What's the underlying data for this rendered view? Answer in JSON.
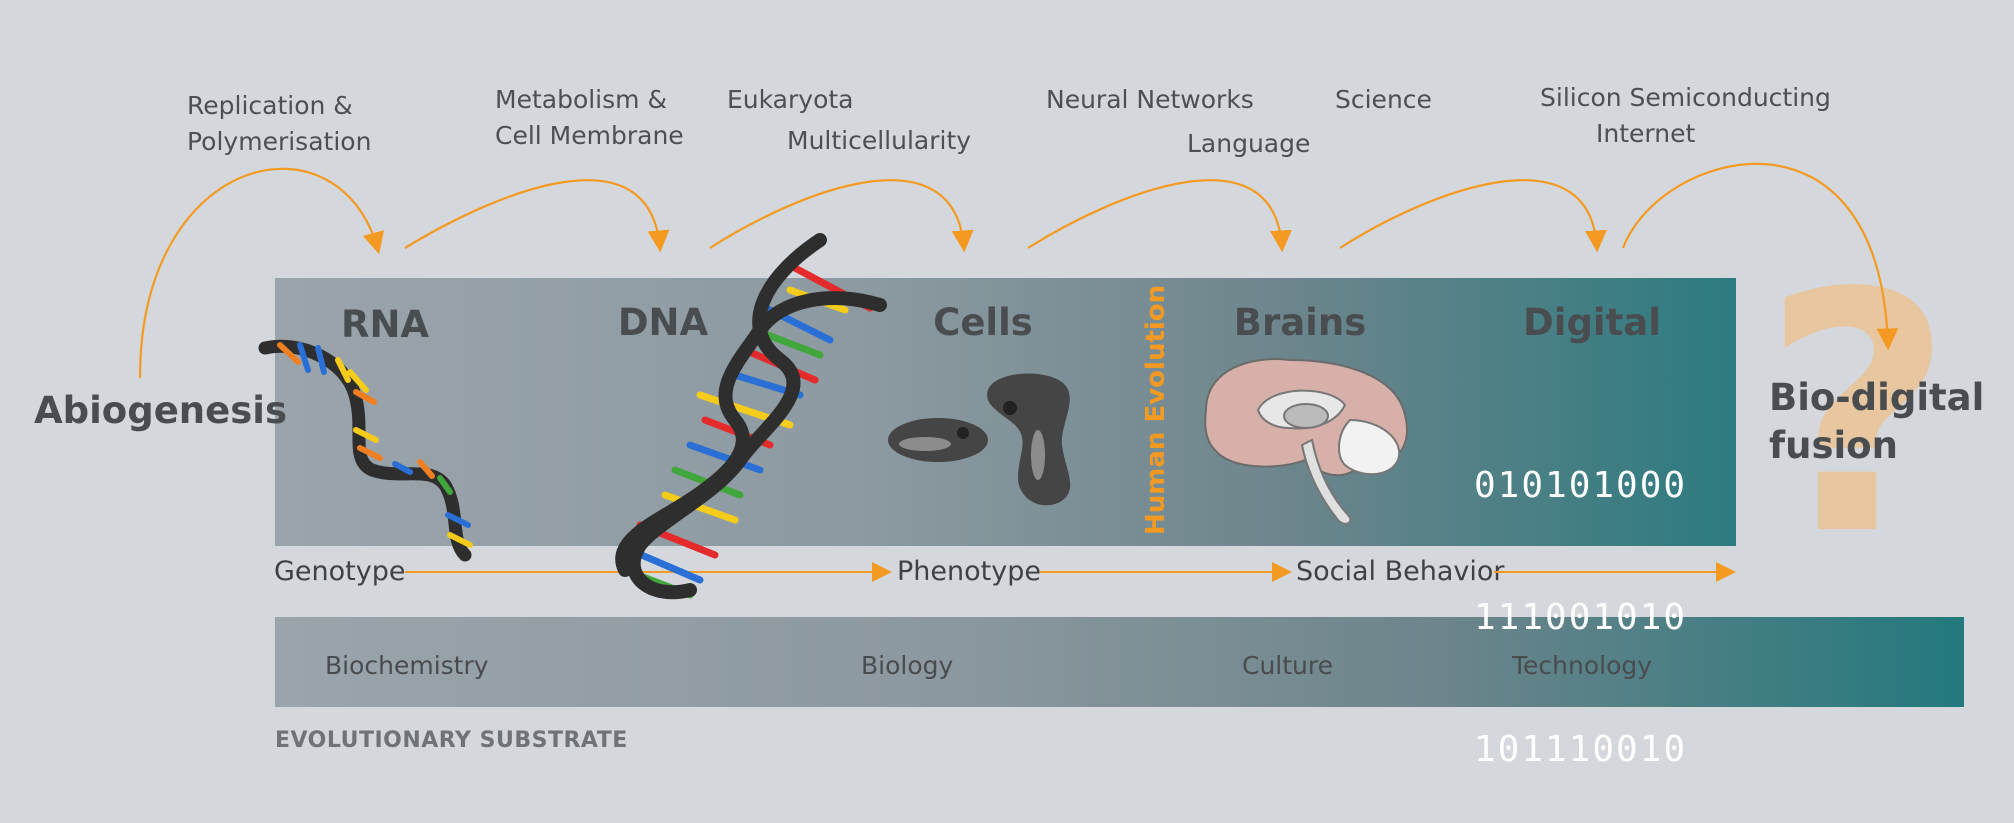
{
  "stages": [
    "RNA",
    "DNA",
    "Cells",
    "Brains",
    "Digital"
  ],
  "side_labels": {
    "start": "Abiogenesis",
    "end_line1": "Bio-digital",
    "end_line2": "fusion",
    "question_mark": "?"
  },
  "milestones": {
    "replication": [
      "Replication &",
      "Polymerisation"
    ],
    "metabolism": [
      "Metabolism &",
      "Cell Membrane"
    ],
    "eukaryota": "Eukaryota",
    "multicellularity": "Multicellularity",
    "neural": "Neural Networks",
    "language": "Language",
    "science": "Science",
    "silicon": "Silicon Semiconducting",
    "internet": "Internet"
  },
  "human_evolution": "Human Evolution",
  "binary": [
    "010101000",
    "111001010",
    "101110010"
  ],
  "flow": [
    "Genotype",
    "Phenotype",
    "Social Behavior"
  ],
  "substrates": [
    "Biochemistry",
    "Biology",
    "Culture",
    "Technology"
  ],
  "footer": "EVOLUTIONARY SUBSTRATE",
  "colors": {
    "accent": "#f49a22",
    "teal": "#2a7b80",
    "grey_band": "#9aa4ab",
    "background": "#d4d8dc"
  },
  "icons": [
    "rna-strand-icon",
    "dna-helix-icon",
    "cells-icon",
    "brain-icon"
  ]
}
